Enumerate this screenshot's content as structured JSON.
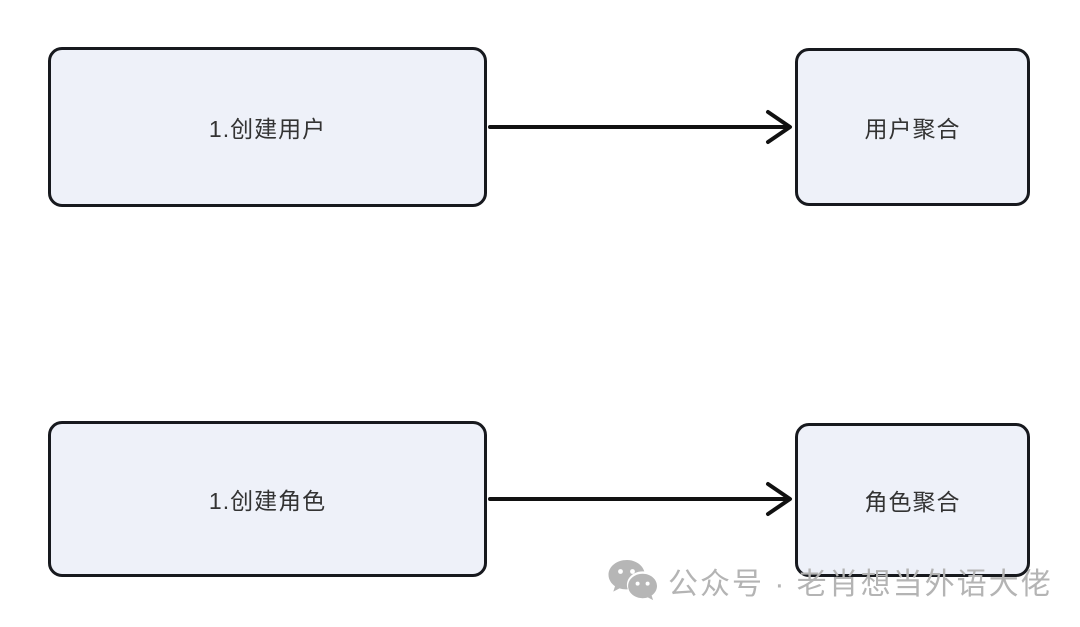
{
  "page": {
    "background": "#ffffff"
  },
  "colors": {
    "node_fill": "#eef1f9",
    "node_border": "#17191e",
    "node_text": "#333333",
    "arrow": "#111111",
    "watermark_text": "#b4b4b4"
  },
  "diagram": {
    "type": "flowchart",
    "flows": [
      {
        "source_label": "1.创建用户",
        "target_label": "用户聚合"
      },
      {
        "source_label": "1.创建角色",
        "target_label": "角色聚合"
      }
    ]
  },
  "watermark": {
    "icon": "wechat-icon",
    "text": "公众号 · 老肖想当外语大佬"
  }
}
